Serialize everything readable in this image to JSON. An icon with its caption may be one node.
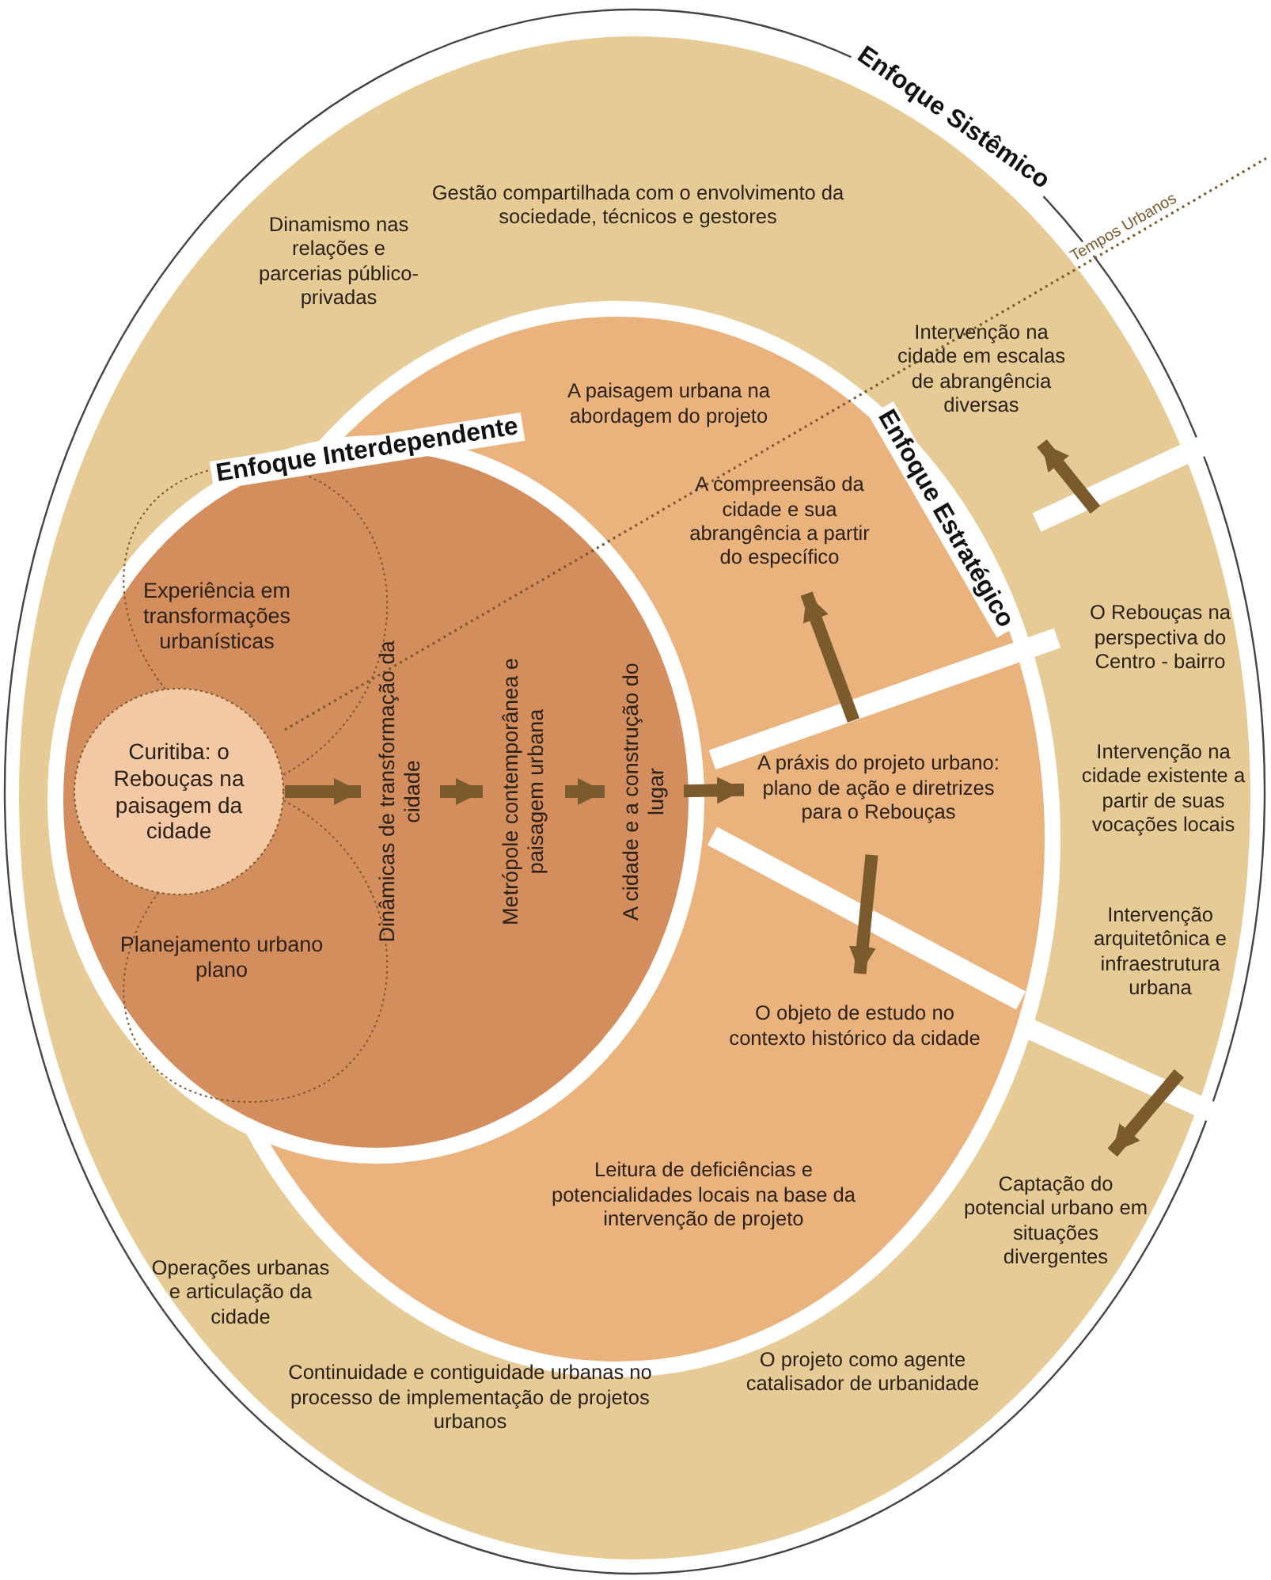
{
  "diagram": {
    "nodes": [
      {
        "text": [
          "Enfoque Sistêmico"
        ]
      },
      {
        "text": [
          "Enfoque Estratégico"
        ],
        "in": 0
      },
      {
        "text": [
          "Enfoque Interdependente"
        ],
        "in": 0
      },
      {
        "text": [
          "Experiência em transformações urbanísticas"
        ],
        "in": 2
      },
      {
        "text": [
          "Planejamento urbano plano"
        ],
        "in": 2
      },
      {
        "text": [
          "Curitiba: o Rebouças na paisagem da cidade"
        ],
        "in": 2
      },
      {
        "text": [
          "Dinâmicas de transformação da cidade"
        ],
        "in": 2
      },
      {
        "text": [
          "Metrópole contemporânea e paisagem urbana"
        ],
        "in": 2
      },
      {
        "text": [
          "A cidade e a construção do lugar"
        ],
        "in": 2
      },
      {
        "text": [
          "A paisagem urbana na abordagem do projeto"
        ],
        "in": 1
      },
      {
        "text": [
          "A compreensão da cidade e sua abrangência a partir do específico"
        ],
        "in": 1
      },
      {
        "text": [
          "A práxis do projeto urbano: plano de ação e diretrizes para o Rebouças"
        ],
        "in": 1
      },
      {
        "text": [
          "O objeto de estudo no contexto histórico da cidade"
        ],
        "in": 1
      },
      {
        "text": [
          "Leitura de deficiências e potencialidades locais na base da intervenção de projeto"
        ],
        "in": 1
      },
      {
        "text": [
          "Dinamismo nas relações e parcerias público-privadas"
        ],
        "in": 0
      },
      {
        "text": [
          "Gestão compartilhada com o envolvimento da sociedade, técnicos e gestores"
        ],
        "in": 0
      },
      {
        "text": [
          "Intervenção na cidade em escalas de abrangência diversas"
        ],
        "in": 0
      },
      {
        "text": [
          "O Rebouças na perspectiva do Centro - bairro"
        ],
        "in": 0
      },
      {
        "text": [
          "Intervenção na cidade existente a partir de suas vocações locais"
        ],
        "in": 0
      },
      {
        "text": [
          "Intervenção arquitetônica e infraestrutura urbana"
        ],
        "in": 0
      },
      {
        "text": [
          "Captação do potencial urbano em situações divergentes"
        ],
        "in": 0
      },
      {
        "text": [
          "Operações urbanas e articulação da cidade"
        ],
        "in": 0
      },
      {
        "text": [
          "Continuidade e contiguidade urbanas no processo de implementação de projetos urbanos"
        ],
        "in": 0
      },
      {
        "text": [
          "O projeto como agente catalisador de urbanidade"
        ],
        "in": 0
      }
    ],
    "edges": [
      {
        "from": 5,
        "to": 6,
        "arrow": "to"
      },
      {
        "from": 6,
        "to": 7,
        "arrow": "to"
      },
      {
        "from": 7,
        "to": 8,
        "arrow": "to"
      },
      {
        "from": 8,
        "to": 11,
        "arrow": "to"
      },
      {
        "from": 11,
        "to": 10,
        "arrow": "to"
      },
      {
        "from": 11,
        "to": 12,
        "arrow": "to"
      },
      {
        "from": null,
        "to": 16,
        "arrow": "to"
      },
      {
        "from": null,
        "to": 20,
        "arrow": "to"
      },
      {
        "from": 5,
        "to": null,
        "arrow": "none",
        "style": "dashed",
        "label": "Tempos Urbanos"
      }
    ]
  }
}
